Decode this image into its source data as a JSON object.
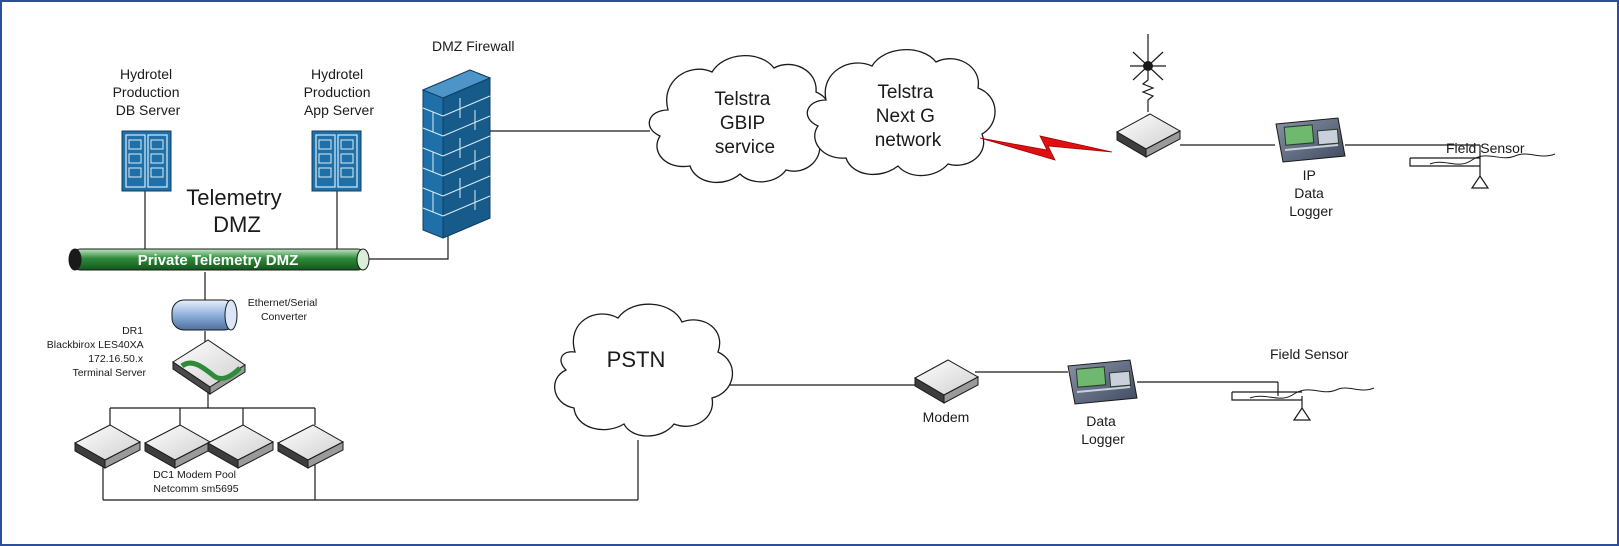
{
  "labels": {
    "db_server": [
      "Hydrotel",
      "Production",
      "DB Server"
    ],
    "app_server": [
      "Hydrotel",
      "Production",
      "App Server"
    ],
    "firewall": "DMZ Firewall",
    "dmz_title": [
      "Telemetry",
      "DMZ"
    ],
    "pipe": "Private Telemetry DMZ",
    "converter": [
      "Ethernet/Serial",
      "Converter"
    ],
    "terminal_server": [
      "DR1",
      "Blackbirox LES40XA",
      "172.16.50.x",
      "Terminal Server"
    ],
    "modem_pool": [
      "DC1 Modem Pool",
      "Netcomm sm5695"
    ],
    "cloud_gbip": [
      "Telstra",
      "GBIP",
      "service"
    ],
    "cloud_nextg": [
      "Telstra",
      "Next G",
      "network"
    ],
    "cloud_pstn": "PSTN",
    "ip_logger": [
      "IP",
      "Data",
      "Logger"
    ],
    "field_sensor_top": "Field Sensor",
    "modem": "Modem",
    "data_logger": [
      "Data",
      "Logger"
    ],
    "field_sensor_bottom": "Field Sensor"
  },
  "colors": {
    "frame": "#2d4f9a",
    "server": "#1f6fa8",
    "firewall": "#1f6fa8",
    "pipe": "#2e8b3a",
    "wireless_link": "#e01010"
  }
}
